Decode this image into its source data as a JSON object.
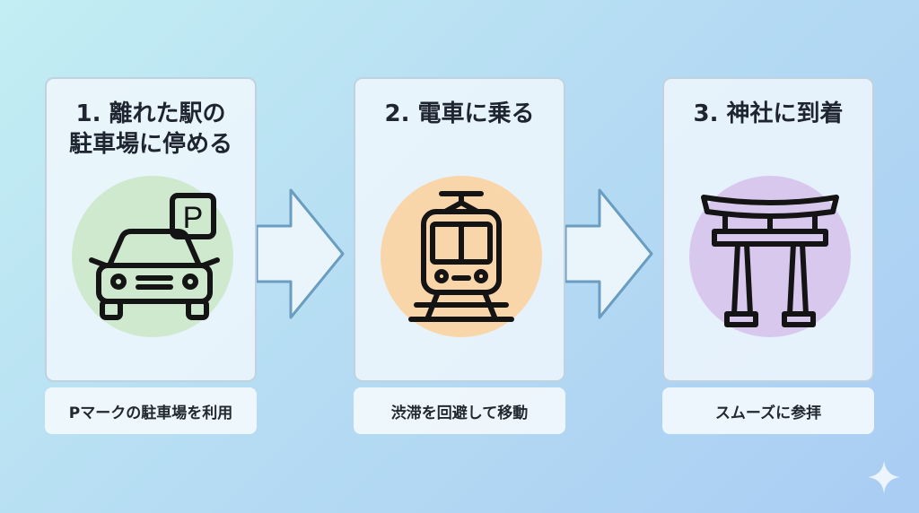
{
  "steps": [
    {
      "title": "1. 離れた駅の\n駐車場に停める",
      "caption": "Pマークの駐車場を利用",
      "circle_color": "#cfe9cf",
      "icon": "car-icon"
    },
    {
      "title": "2. 電車に乗る",
      "caption": "渋滞を回避して移動",
      "circle_color": "#f9d6a9",
      "icon": "train-icon"
    },
    {
      "title": "3. 神社に到着",
      "caption": "スムーズに参拝",
      "circle_color": "#d9c8ee",
      "icon": "torii-gate-icon"
    }
  ],
  "parking_sign": "P",
  "colors": {
    "arrow_fill": "#eaf5fb",
    "arrow_stroke": "#6a9dc0",
    "icon_stroke": "#141414"
  }
}
